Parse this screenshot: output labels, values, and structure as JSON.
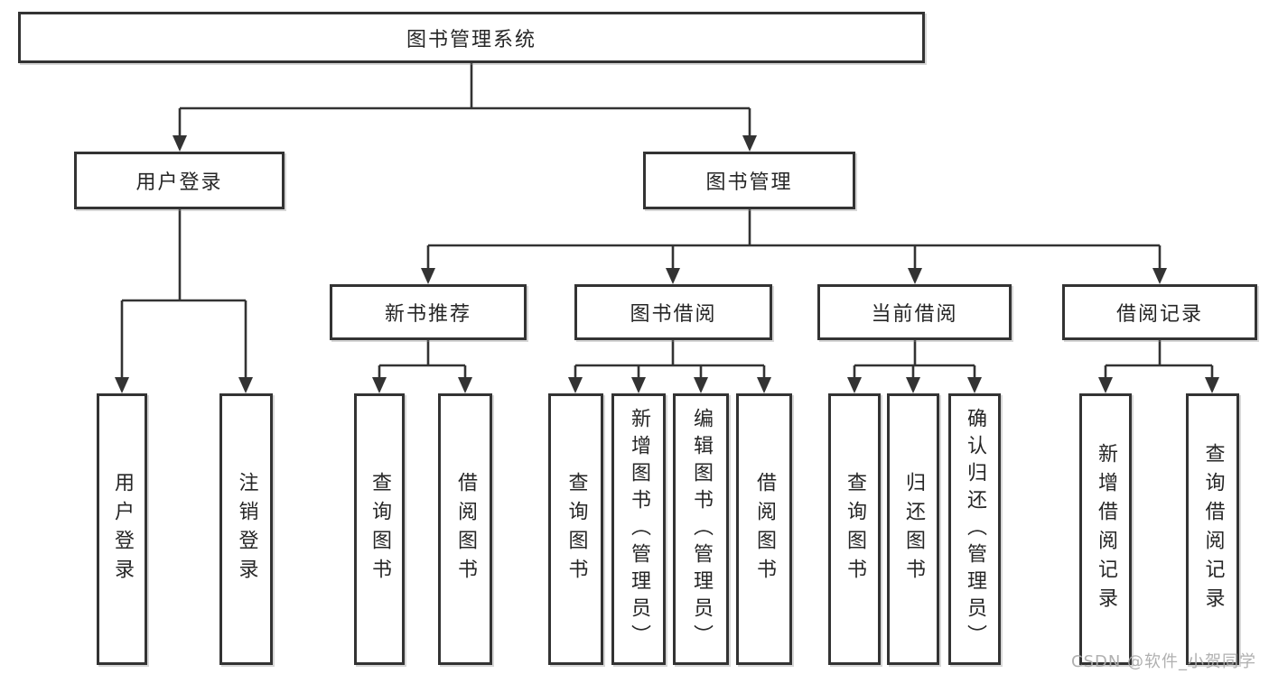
{
  "diagram": {
    "root": {
      "label": "图书管理系统"
    },
    "user_login": {
      "label": "用户登录",
      "children": [
        {
          "label": "用户登录"
        },
        {
          "label": "注销登录"
        }
      ]
    },
    "book_mgmt": {
      "label": "图书管理",
      "sections": [
        {
          "label": "新书推荐",
          "children": [
            {
              "label": "查询图书"
            },
            {
              "label": "借阅图书"
            }
          ]
        },
        {
          "label": "图书借阅",
          "children": [
            {
              "label": "查询图书"
            },
            {
              "label": "新增图书（管理员）"
            },
            {
              "label": "编辑图书（管理员）"
            },
            {
              "label": "借阅图书"
            }
          ]
        },
        {
          "label": "当前借阅",
          "children": [
            {
              "label": "查询图书"
            },
            {
              "label": "归还图书"
            },
            {
              "label": "确认归还（管理员）"
            }
          ]
        },
        {
          "label": "借阅记录",
          "children": [
            {
              "label": "新增借阅记录"
            },
            {
              "label": "查询借阅记录"
            }
          ]
        }
      ]
    },
    "watermark": "CSDN @软件_小贺同学",
    "colors": {
      "line": "#333333",
      "box_border": "#333333",
      "text": "#262626",
      "watermark": "#acacac",
      "background": "#ffffff"
    }
  }
}
